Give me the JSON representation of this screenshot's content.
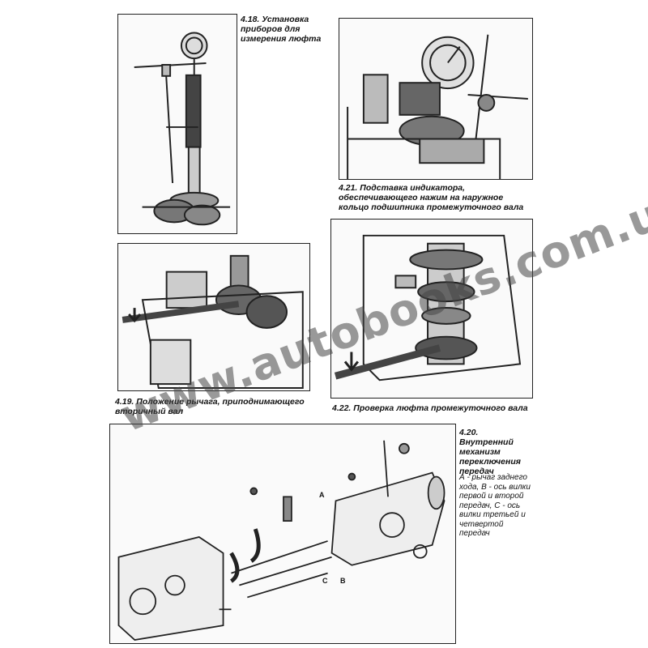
{
  "figures": {
    "fig418": {
      "caption": "4.18. Установка приборов для измерения люфта"
    },
    "fig421": {
      "caption": "4.21. Подставка индикатора, обеспечивающего нажим на наружное кольцо подшипника промежуточного вала"
    },
    "fig419": {
      "caption": "4.19. Положение рычага, приподнимающего вторичный вал"
    },
    "fig422": {
      "caption": "4.22. Проверка люфта промежуточного вала"
    },
    "fig420": {
      "caption": "4.20. Внутренний механизм переключения передач",
      "legend": "А - рычаг заднего хода, В - ось вилки первой и второй передач, С - ось вилки третьей и четвертой передач",
      "callouts": {
        "a": "A",
        "b": "B",
        "c": "C"
      }
    }
  },
  "watermark": "www.autobooks.com.ua",
  "colors": {
    "ink": "#222222",
    "paper": "#ffffff",
    "watermark": "#464646"
  }
}
